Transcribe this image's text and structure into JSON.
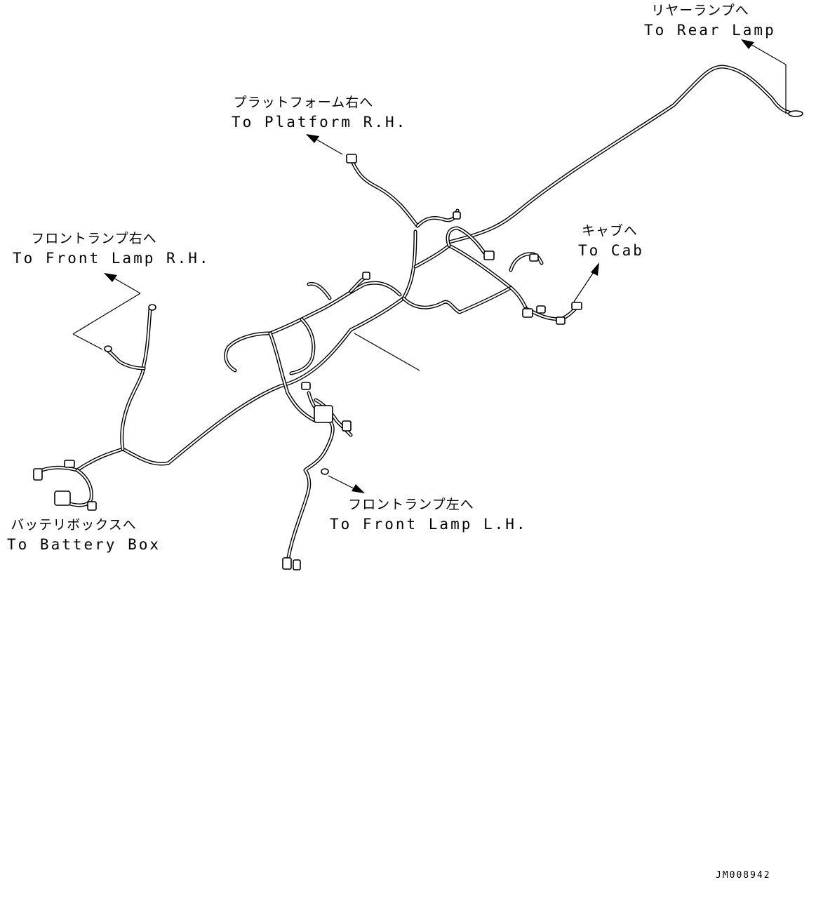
{
  "drawing": {
    "code": "JM008942"
  },
  "labels": {
    "rear_lamp": {
      "jp": "リヤーランプへ",
      "en": "To Rear Lamp"
    },
    "platform_rh": {
      "jp": "プラットフォーム右へ",
      "en": "To Platform R.H."
    },
    "front_lamp_rh": {
      "jp": "フロントランプ右へ",
      "en": "To Front Lamp R.H."
    },
    "cab": {
      "jp": "キャブへ",
      "en": "To Cab"
    },
    "front_lamp_lh": {
      "jp": "フロントランプ左へ",
      "en": "To Front Lamp L.H."
    },
    "battery_box": {
      "jp": "バッテリボックスへ",
      "en": "To Battery Box"
    }
  },
  "colors": {
    "line": "#000000",
    "background": "#ffffff"
  }
}
